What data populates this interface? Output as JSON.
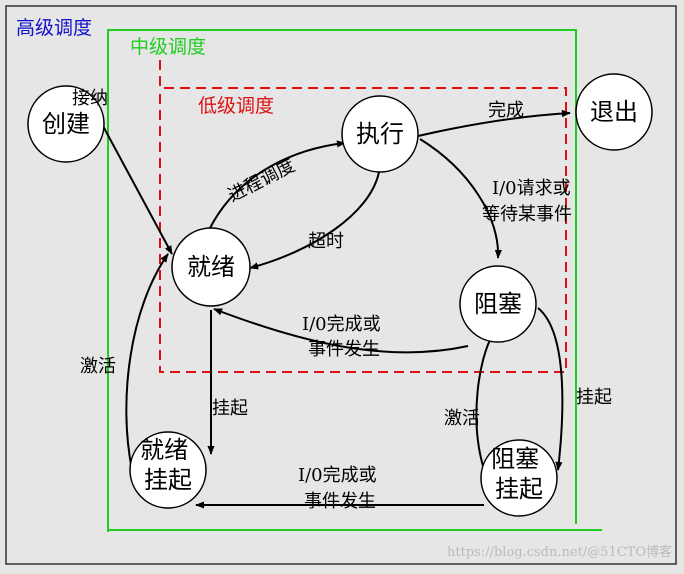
{
  "levels": {
    "high": {
      "label": "高级调度",
      "color": "#1010cc"
    },
    "mid": {
      "label": "中级调度",
      "color": "#22cc22"
    },
    "low": {
      "label": "低级调度",
      "color": "#dd1111"
    }
  },
  "states": {
    "create": [
      "创建"
    ],
    "exec": [
      "执行"
    ],
    "exit": [
      "退出"
    ],
    "ready": [
      "就绪"
    ],
    "blocked": [
      "阻塞"
    ],
    "ready_suspended": [
      "就绪",
      "挂起"
    ],
    "blocked_suspended": [
      "阻塞",
      "挂起"
    ]
  },
  "transitions": {
    "admit": "接纳",
    "dispatch": "进程调度",
    "complete": "完成",
    "timeout": "超时",
    "io_wait": [
      "I/0请求或",
      "等待某事件"
    ],
    "io_done": [
      "I/0完成或",
      "事件发生"
    ],
    "suspend_ready": "挂起",
    "activate_ready": "激活",
    "activate_blocked": "激活",
    "suspend_blocked": "挂起",
    "io_done_suspended": [
      "I/0完成或",
      "事件发生"
    ]
  },
  "watermark": "https://blog.csdn.net/@51CTO博客"
}
